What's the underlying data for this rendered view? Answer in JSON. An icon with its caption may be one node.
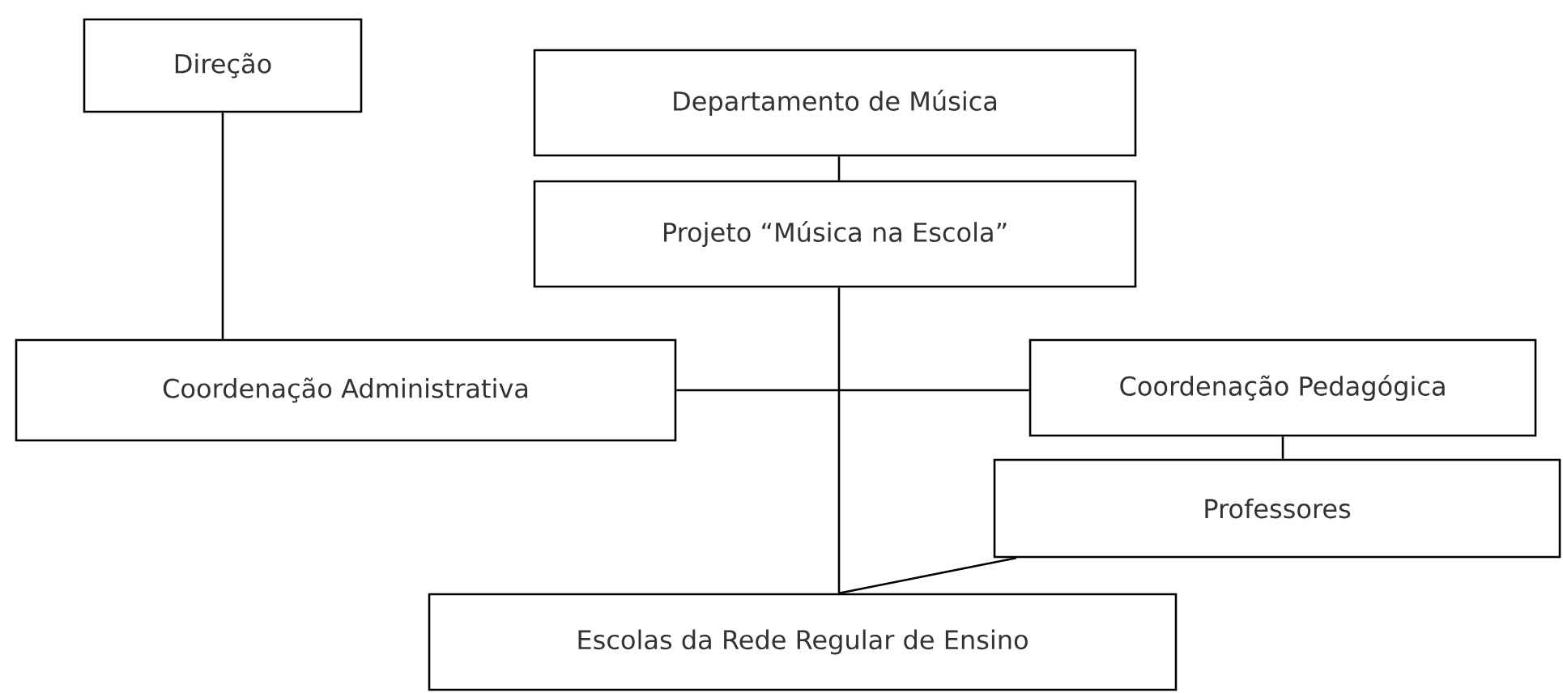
{
  "diagram": {
    "nodes": [
      {
        "text": [
          "Direção"
        ]
      },
      {
        "text": [
          "Departamento de Música"
        ]
      },
      {
        "text": [
          "Projeto “Música na Escola”"
        ]
      },
      {
        "text": [
          "Coordenação Administrativa"
        ]
      },
      {
        "text": [
          "Coordenação Pedagógica"
        ]
      },
      {
        "text": [
          "Professores"
        ]
      },
      {
        "text": [
          "Escolas da Rede Regular de Ensino"
        ]
      }
    ],
    "edges": [
      {
        "from": 0,
        "to": 3,
        "arrow": "none"
      },
      {
        "from": 1,
        "to": 2,
        "arrow": "none"
      },
      {
        "from": 2,
        "to": 6,
        "arrow": "none"
      },
      {
        "from": 3,
        "to": 4,
        "arrow": "none"
      },
      {
        "from": 4,
        "to": 5,
        "arrow": "none"
      },
      {
        "from": 5,
        "to": 6,
        "arrow": "none"
      }
    ]
  }
}
